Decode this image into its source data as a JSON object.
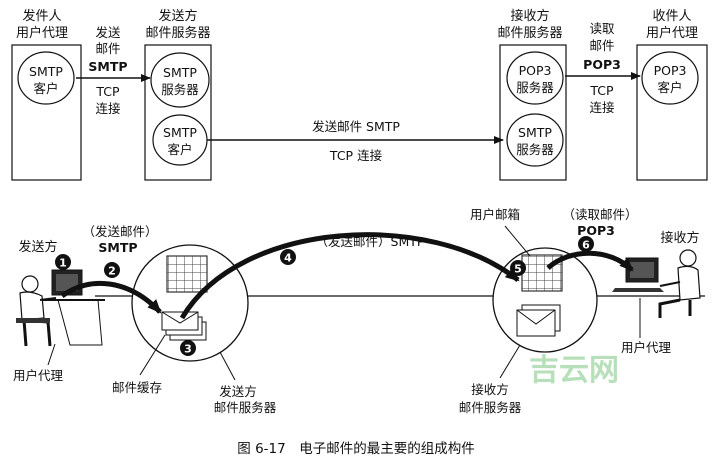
{
  "top": {
    "sender_agent": {
      "title_line1": "发件人",
      "title_line2": "用户代理",
      "proto": "SMTP",
      "role": "客户"
    },
    "arrow1": {
      "line1": "发送",
      "line2": "邮件",
      "line3": "SMTP",
      "line4": "TCP",
      "line5": "连接"
    },
    "sender_server": {
      "title": "发送方",
      "subtitle": "邮件服务器",
      "c1_proto": "SMTP",
      "c1_role": "服务器",
      "c2_proto": "SMTP",
      "c2_role": "客户"
    },
    "middle_arrow": {
      "label_above": "发送邮件 SMTP",
      "label_below": "TCP 连接"
    },
    "receiver_server": {
      "title": "接收方",
      "subtitle": "邮件服务器",
      "c1_proto": "POP3",
      "c1_role": "服务器",
      "c2_proto": "SMTP",
      "c2_role": "服务器"
    },
    "arrow2": {
      "line1": "读取",
      "line2": "邮件",
      "line3": "POP3",
      "line4": "TCP",
      "line5": "连接"
    },
    "receiver_agent": {
      "title_line1": "收件人",
      "title_line2": "用户代理",
      "proto": "POP3",
      "role": "客户"
    }
  },
  "bottom": {
    "sender_label": "发送方",
    "send_mail_label": "（发送邮件）",
    "send_mail_proto": "SMTP",
    "middle_label": "（发送邮件）SMTP",
    "read_mail_label": "（读取邮件）",
    "read_mail_proto": "POP3",
    "receiver_label": "接收方",
    "mailbox_label": "用户邮箱",
    "user_agent_left": "用户代理",
    "user_agent_right": "用户代理",
    "mail_cache": "邮件缓存",
    "sender_server_line1": "发送方",
    "sender_server_line2": "邮件服务器",
    "receiver_server_line1": "接收方",
    "receiver_server_line2": "邮件服务器",
    "steps": [
      "1",
      "2",
      "3",
      "4",
      "5",
      "6"
    ],
    "watermark": "吉云网"
  },
  "caption": "图 6-17　电子邮件的最主要的组成构件"
}
